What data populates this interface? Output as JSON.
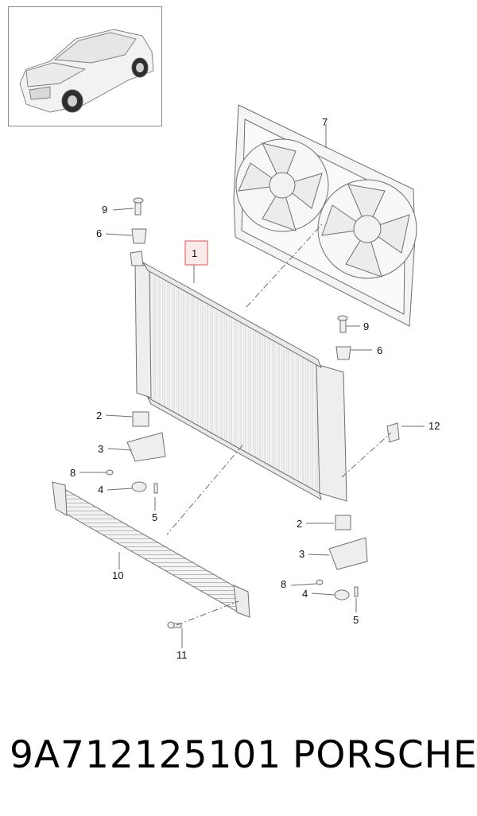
{
  "callouts": [
    {
      "id": "c1",
      "text": "1",
      "highlight": true
    },
    {
      "id": "c2a",
      "text": "2"
    },
    {
      "id": "c2b",
      "text": "2"
    },
    {
      "id": "c3a",
      "text": "3"
    },
    {
      "id": "c3b",
      "text": "3"
    },
    {
      "id": "c4a",
      "text": "4"
    },
    {
      "id": "c4b",
      "text": "4"
    },
    {
      "id": "c5a",
      "text": "5"
    },
    {
      "id": "c5b",
      "text": "5"
    },
    {
      "id": "c6a",
      "text": "6"
    },
    {
      "id": "c6b",
      "text": "6"
    },
    {
      "id": "c7",
      "text": "7"
    },
    {
      "id": "c8a",
      "text": "8"
    },
    {
      "id": "c8b",
      "text": "8"
    },
    {
      "id": "c9a",
      "text": "9"
    },
    {
      "id": "c9b",
      "text": "9"
    },
    {
      "id": "c10",
      "text": "10"
    },
    {
      "id": "c11",
      "text": "11"
    },
    {
      "id": "c12",
      "text": "12"
    }
  ],
  "footer": {
    "part_number": "9A712125101",
    "brand": "PORSCHE"
  },
  "colors": {
    "line": "#6f6f6f",
    "part_fill": "#f1f1f1",
    "highlight_border": "#e07070",
    "highlight_fill": "#fbeaea"
  }
}
